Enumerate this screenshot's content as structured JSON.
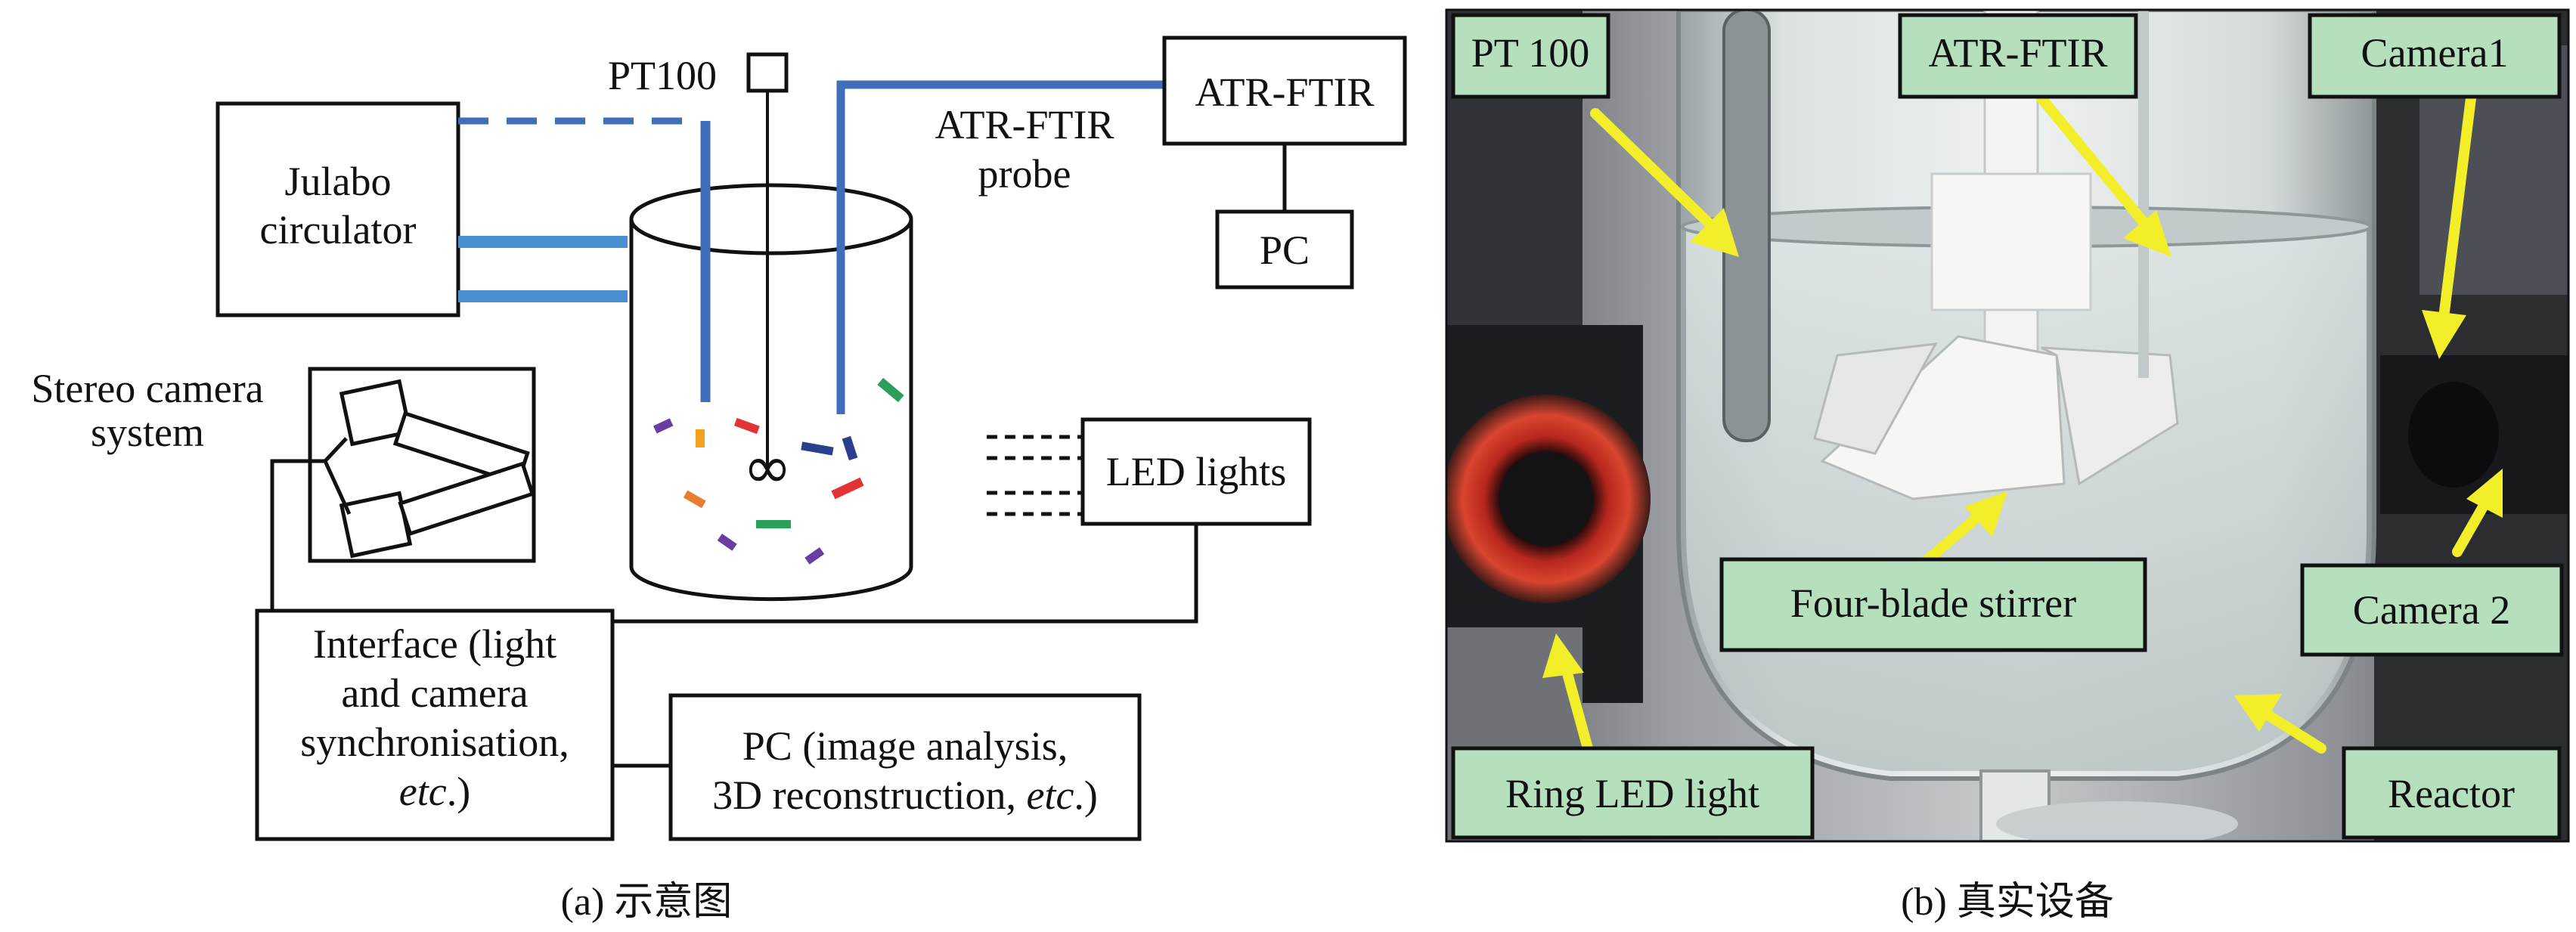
{
  "left_panel": {
    "caption_prefix": "(a)",
    "caption_cn": "示意图",
    "labels": {
      "pt100": "PT100",
      "atr_ftir_box": "ATR-FTIR",
      "atr_probe_1": "ATR-FTIR",
      "atr_probe_2": "probe",
      "pc_small": "PC",
      "julabo_1": "Julabo",
      "julabo_2": "circulator",
      "stereo_1": "Stereo camera",
      "stereo_2": "system",
      "led": "LED lights",
      "interface_1": "Interface (light",
      "interface_2": "and camera",
      "interface_3": "synchronisation,",
      "interface_4_em": "etc",
      "interface_4_tail": ".)",
      "pcbig_1": "PC (image analysis,",
      "pcbig_2_head": "3D reconstruction, ",
      "pcbig_2_em": "etc",
      "pcbig_2_tail": ".)"
    },
    "colors": {
      "pipe_blue": "#4a8fd0",
      "probe_blue": "#3f6fb8"
    }
  },
  "right_panel": {
    "caption_prefix": "(b)",
    "caption_cn": "真实设备",
    "labels": {
      "pt100": "PT 100",
      "atr_ftir": "ATR-FTIR",
      "camera1": "Camera1",
      "stirrer": "Four-blade stirrer",
      "camera2": "Camera 2",
      "ring_led": "Ring LED light",
      "reactor": "Reactor"
    },
    "colors": {
      "label_bg": "#b5dfbd",
      "arrow": "#f2ef2a"
    }
  }
}
